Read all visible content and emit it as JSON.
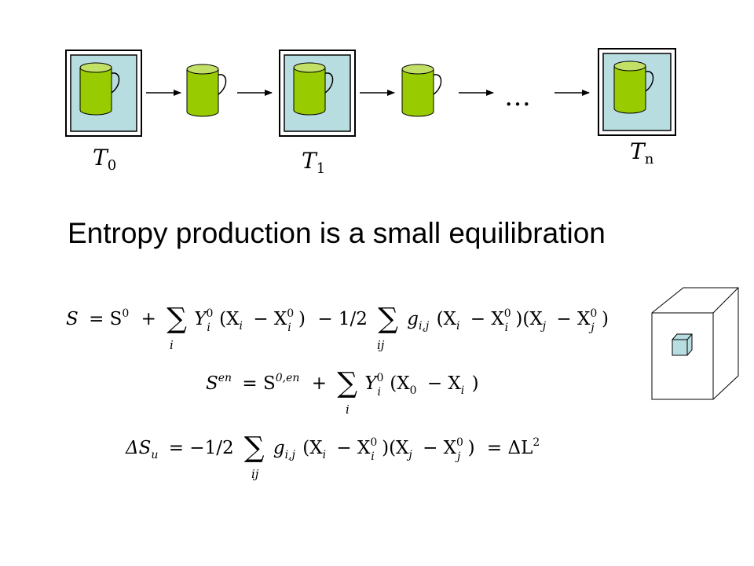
{
  "slide": {
    "heading": "Entropy production is a small equilibration",
    "ellipsis": "…",
    "time_labels": [
      {
        "base": "T",
        "sub": "0"
      },
      {
        "base": "T",
        "sub": "1"
      },
      {
        "base": "T",
        "sub": "n"
      }
    ],
    "equations": [
      {
        "lhs": "S",
        "rhs_start": "= S",
        "rhs_start_sup": "0",
        "plus1": "+",
        "sum1_sub": "i",
        "term1": "Y",
        "term1_sup": "0",
        "term1_sub": "i",
        "term1_paren": "(X",
        "term1_paren_sub": "i",
        "term1_minus": "− X",
        "term1_sup2": "0",
        "term1_sub2": "i",
        "term1_close": ")",
        "minus_half": "− 1/2",
        "sum2_sub": "ij",
        "g": "g",
        "g_sub": "i,j",
        "p1": "(X",
        "p1_sub": "i",
        "p1_minus": "− X",
        "p1_sup": "0",
        "p1_sub2": "i",
        "p1_close": ")(X",
        "p2_sub": "j",
        "p2_minus": "− X",
        "p2_sup": "0",
        "p2_sub2": "j",
        "p2_close": ")"
      },
      {
        "lhs": "S",
        "lhs_sup": "en",
        "eq": "= S",
        "eq_sup": "0,en",
        "plus": "+",
        "sum_sub": "i",
        "term": "Y",
        "term_sup": "0",
        "term_sub": "i",
        "paren": "(X",
        "paren_sub": "0",
        "minus": "− X",
        "minus_sub": "i",
        "close": ")"
      },
      {
        "lhs": "ΔS",
        "lhs_sub": "u",
        "eq": "= −1/2",
        "sum_sub": "ij",
        "g": "g",
        "g_sub": "i,j",
        "p1": "(X",
        "p1_sub": "i",
        "p1_minus": "− X",
        "p1_sup": "0",
        "p1_sub2": "i",
        "p1_close": ")(X",
        "p2_sub": "j",
        "p2_minus": "− X",
        "p2_sup": "0",
        "p2_sub2": "j",
        "p2_close": ")",
        "rhs": "= ΔL",
        "rhs_sup": "2"
      }
    ],
    "colors": {
      "mug_fill": "#99CC00",
      "mug_top": "#C2E066",
      "bath_fill": "#B7DDE1",
      "frame": "#000000"
    }
  }
}
